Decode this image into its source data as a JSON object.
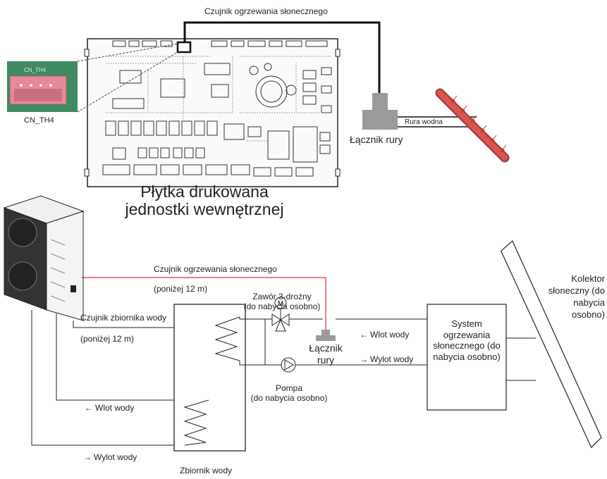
{
  "pcb": {
    "sensor_label": "Czujnik ogrzewania słonecznego",
    "connector_label": "CN_TH4",
    "connector_silk": "CN_TH4",
    "title_line1": "Płytka drukowana",
    "title_line2": "jednostki wewnętrznej",
    "pipe_joint_label": "Łącznik rury",
    "water_pipe_label": "Rura wodna"
  },
  "system": {
    "solar_sensor_label": "Czujnik ogrzewania słonecznego",
    "solar_sensor_length": "(poniżej 12 m)",
    "tank_sensor_label": "Czujnik zbiornika wody",
    "tank_sensor_length": "(poniżej 12 m)",
    "valve_label_line1": "Zawór 3-drożny",
    "valve_label_line2": "(do nabycia osobno)",
    "valve_symbol": "M",
    "pipe_joint_line1": "Łącznik",
    "pipe_joint_line2": "rury",
    "water_inlet_right": "Wlot wody",
    "water_outlet_right": "Wylot wody",
    "solar_system_line1": "System",
    "solar_system_line2": "ogrzewania",
    "solar_system_line3": "słonecznego (do",
    "solar_system_line4": "nabycia osobno)",
    "collector_line1": "Kolektor",
    "collector_line2": "słoneczny (do",
    "collector_line3": "nabycia",
    "collector_line4": "osobno)",
    "pump_line1": "Pompa",
    "pump_line2": "(do nabycia osobno)",
    "water_inlet_left": "Wlot wody",
    "water_outlet_left": "Wylot wody",
    "tank_label": "Zbiornik wody"
  },
  "colors": {
    "sensor_wire": "#e03030",
    "lines": "#222222",
    "joint": "#9a9a9a",
    "collector_pipe": "#d9534f",
    "connector": "#e58a9a"
  }
}
